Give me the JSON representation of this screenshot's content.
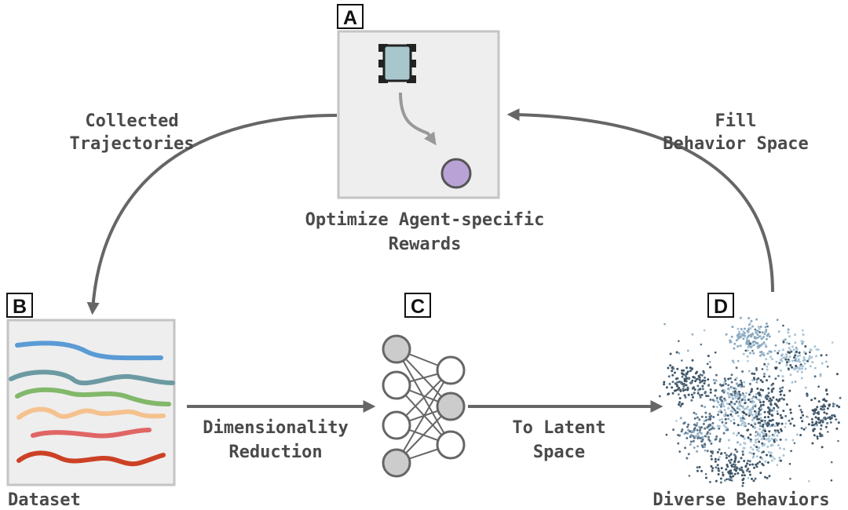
{
  "panels": {
    "a": {
      "tag": "A",
      "caption_line1": "Optimize Agent-specific",
      "caption_line2": "Rewards"
    },
    "b": {
      "tag": "B",
      "caption": "Dataset"
    },
    "c": {
      "tag": "C"
    },
    "d": {
      "tag": "D",
      "caption": "Diverse Behaviors"
    }
  },
  "arrows": {
    "a_to_b": {
      "line1": "Collected",
      "line2": "Trajectories"
    },
    "b_to_c": {
      "line1": "Dimensionality",
      "line2": "Reduction"
    },
    "c_to_d": {
      "line1": "To Latent",
      "line2": "Space"
    },
    "d_to_a": {
      "line1": "Fill",
      "line2": "Behavior Space"
    }
  },
  "colors": {
    "arrow": "#666666",
    "panel_fill": "#eeeeee",
    "panel_border": "#c4c4c4",
    "agent": "#a7c7cc",
    "goal": "#b9a3d6",
    "node_filled": "#cccccc",
    "trajectories": [
      "#5b9bd5",
      "#6c9aa3",
      "#82b86a",
      "#f5c28f",
      "#e06666",
      "#cc4125"
    ],
    "clusters": [
      "#3f5566",
      "#5a7387",
      "#8aa9bf",
      "#a9c4d6"
    ]
  },
  "icons": {
    "agent": "robot-car-icon",
    "goal": "goal-circle-icon",
    "network": "neural-network-icon"
  }
}
